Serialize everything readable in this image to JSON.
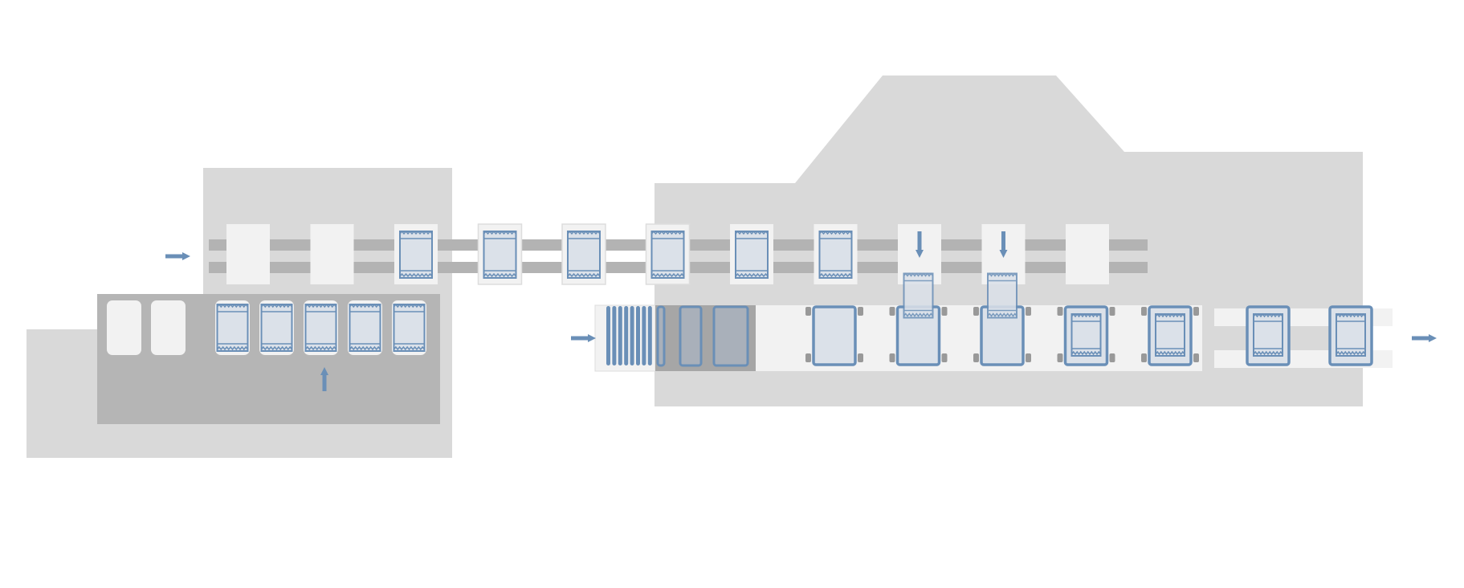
{
  "diagram": {
    "kind": "packaging-line-schematic",
    "colors": {
      "background": "#ffffff",
      "machine_body": "#d9d9d9",
      "rail": "#b3b3b3",
      "magazine": "#b5b5b5",
      "magazine_dark": "#a6a6a6",
      "slot": "#f2f2f2",
      "accent": "#6a8fb7",
      "pack_fill": "#dbe1e9",
      "pack_dark_fill": "#a9b0ba",
      "tab": "#999999"
    },
    "icons": [
      "arrow-right-icon",
      "arrow-up-icon",
      "arrow-down-icon",
      "sachet-icon",
      "carton-icon",
      "carton-blank-icon"
    ],
    "infeed_magazine": {
      "empty_slots": 2,
      "sachets": 5,
      "direction": "up"
    },
    "sachet_conveyor": {
      "direction": "right",
      "stations": [
        "empty",
        "empty",
        "sachet",
        "sachet",
        "sachet",
        "sachet",
        "sachet",
        "sachet",
        "drop",
        "drop",
        "empty"
      ]
    },
    "cartoner": {
      "direction": "right",
      "blank_stack_count": 8,
      "forming_stages": 3,
      "cartons": [
        "empty",
        "filling",
        "filling",
        "filled",
        "filled"
      ],
      "outfeed_cartons": 2
    }
  }
}
